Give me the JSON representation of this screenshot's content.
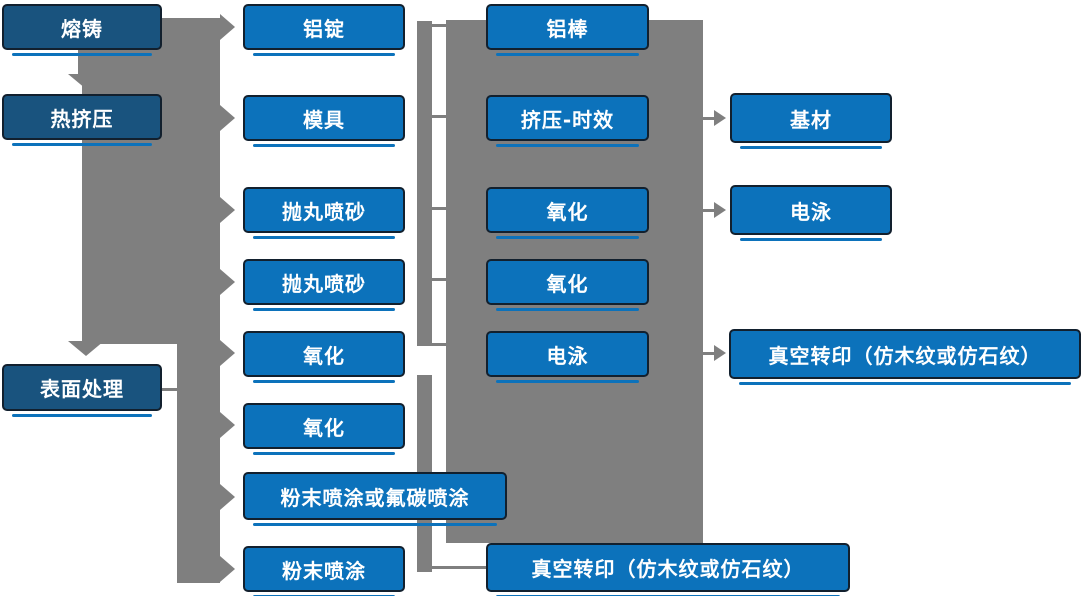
{
  "diagram_type": "flowchart",
  "language": "zh-CN",
  "colors": {
    "connector_gray": "#7f7f7f",
    "box_bright_blue": "#0c72bb",
    "box_dark_blue": "#19537e",
    "box_border": "#12202e",
    "shadow_line_blue": "#0c72bb",
    "text_white": "#ffffff",
    "background": "#ffffff"
  },
  "nodes": {
    "melt_cast": {
      "label": "熔铸"
    },
    "hot_extrusion": {
      "label": "热挤压"
    },
    "surface_treatment": {
      "label": "表面处理"
    },
    "al_ingot": {
      "label": "铝锭"
    },
    "mold": {
      "label": "模具"
    },
    "shot_blast_1": {
      "label": "抛丸喷砂"
    },
    "shot_blast_2": {
      "label": "抛丸喷砂"
    },
    "oxidation_1": {
      "label": "氧化"
    },
    "oxidation_2": {
      "label": "氧化"
    },
    "powder_or_fluorocarbon": {
      "label": "粉末喷涂或氟碳喷涂"
    },
    "powder_coating": {
      "label": "粉末喷涂"
    },
    "al_rod": {
      "label": "铝棒"
    },
    "extrusion_aging": {
      "label": "挤压-时效"
    },
    "oxidation_3": {
      "label": "氧化"
    },
    "oxidation_4": {
      "label": "氧化"
    },
    "electrophoresis_1": {
      "label": "电泳"
    },
    "vacuum_transfer_bottom": {
      "label": "真空转印（仿木纹或仿石纹）"
    },
    "base_material": {
      "label": "基材"
    },
    "electrophoresis_2": {
      "label": "电泳"
    },
    "vacuum_transfer_right": {
      "label": "真空转印（仿木纹或仿石纹）"
    }
  }
}
